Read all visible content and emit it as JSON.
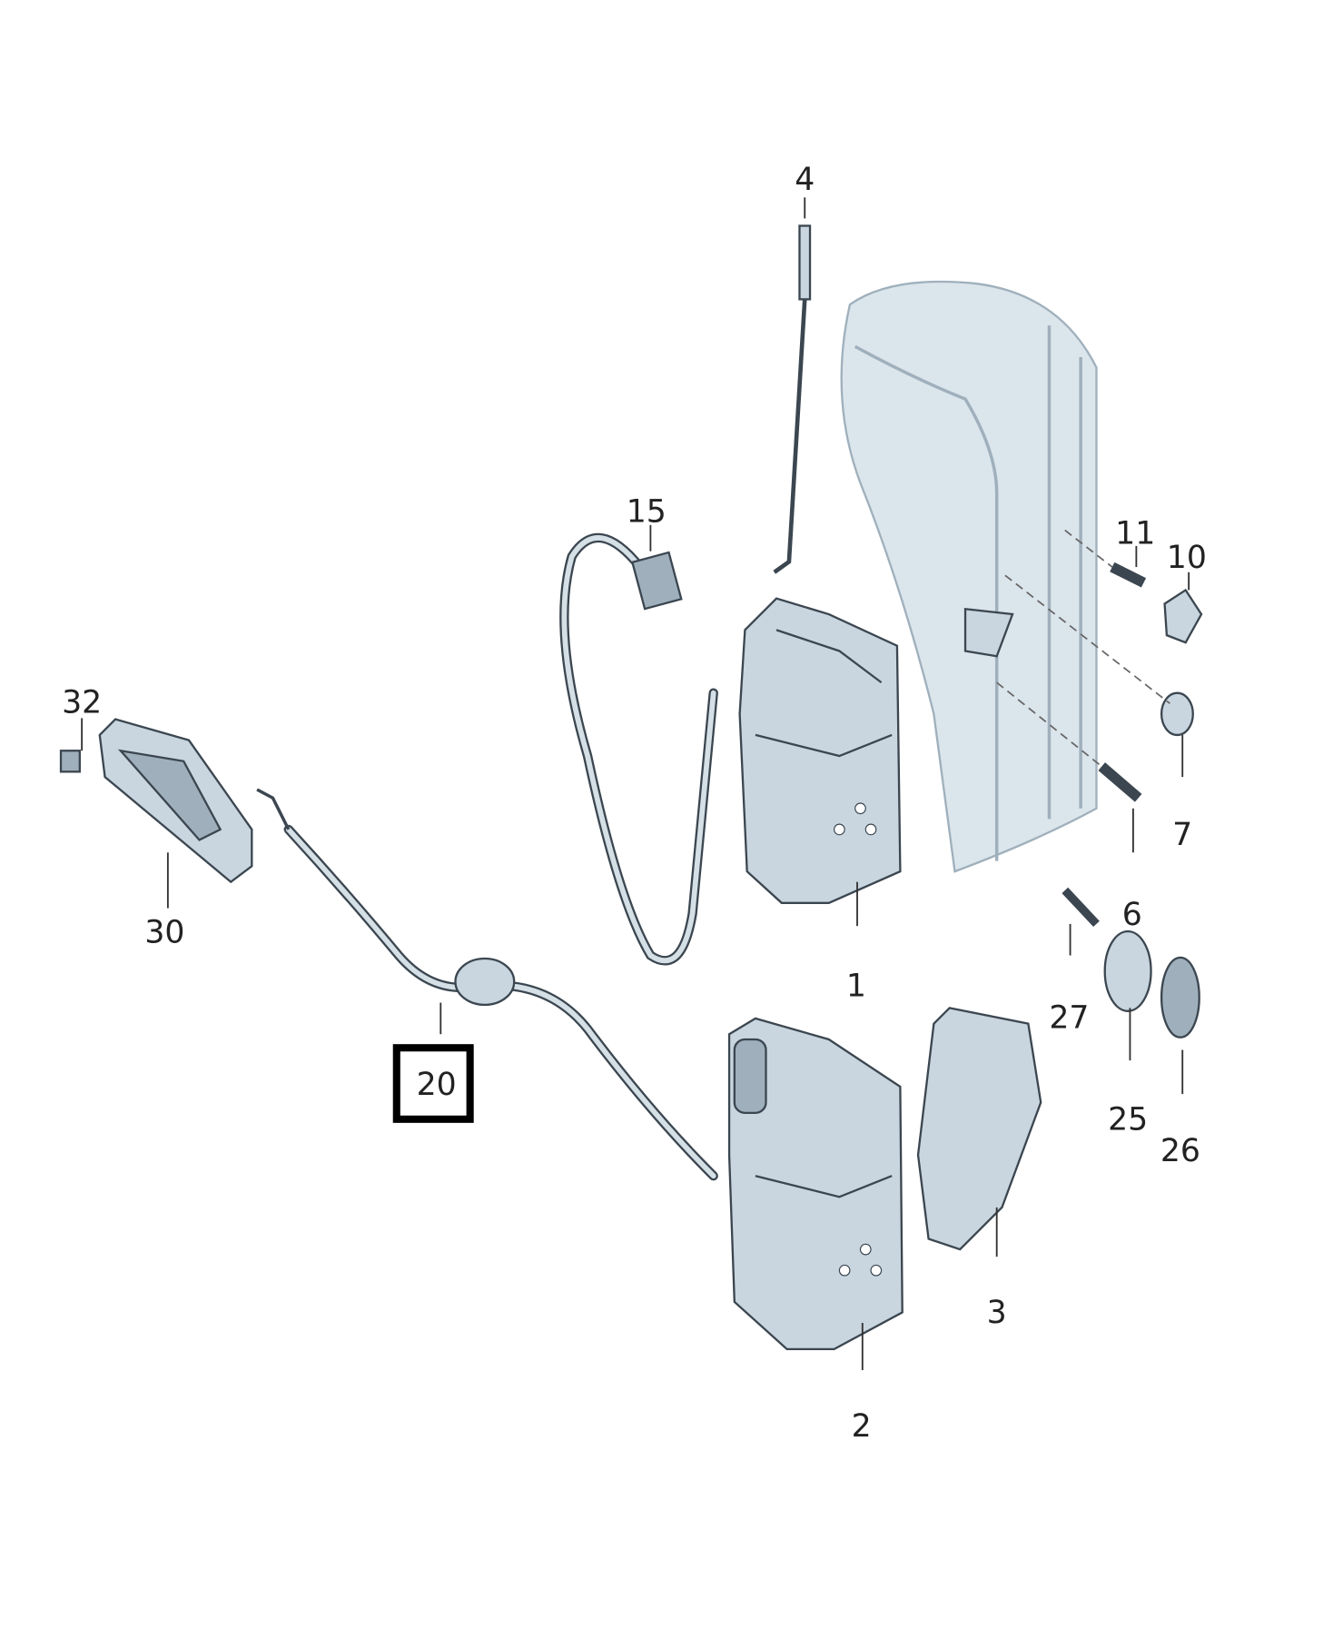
{
  "diagram": {
    "callouts": [
      {
        "id": "4",
        "label": "4"
      },
      {
        "id": "15",
        "label": "15"
      },
      {
        "id": "11",
        "label": "11"
      },
      {
        "id": "10",
        "label": "10"
      },
      {
        "id": "32",
        "label": "32"
      },
      {
        "id": "30",
        "label": "30"
      },
      {
        "id": "7",
        "label": "7"
      },
      {
        "id": "6",
        "label": "6"
      },
      {
        "id": "1",
        "label": "1"
      },
      {
        "id": "27",
        "label": "27"
      },
      {
        "id": "20",
        "label": "20",
        "highlighted": true
      },
      {
        "id": "25",
        "label": "25"
      },
      {
        "id": "26",
        "label": "26"
      },
      {
        "id": "3",
        "label": "3"
      },
      {
        "id": "2",
        "label": "2"
      }
    ],
    "colors": {
      "part_fill": "#c9d6df",
      "outline": "#3b4650",
      "highlight_box": "#000000"
    }
  }
}
